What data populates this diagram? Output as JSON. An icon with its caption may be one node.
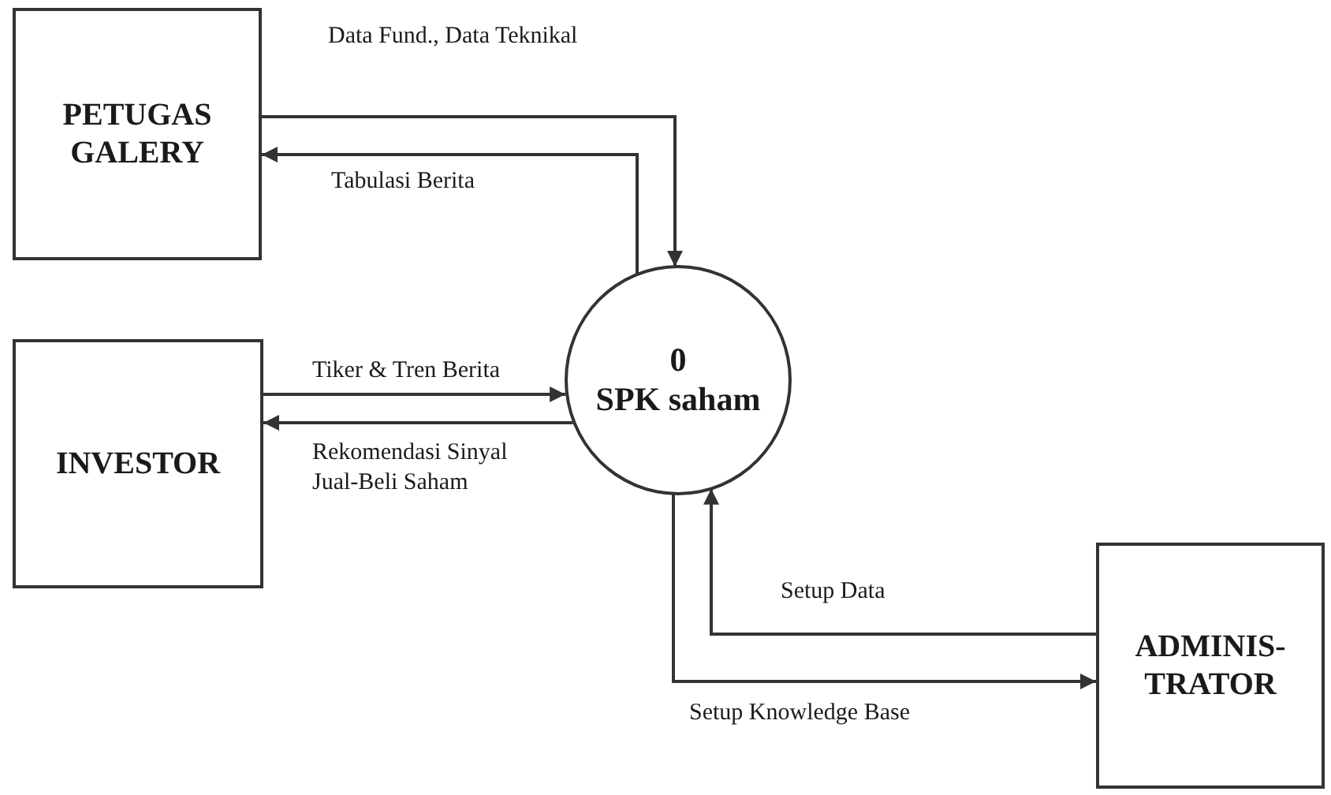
{
  "diagram": {
    "nodes": [
      {
        "text": [
          "PETUGAS GALERY"
        ]
      },
      {
        "text": [
          "INVESTOR"
        ]
      },
      {
        "text": [
          "0",
          "SPK saham"
        ]
      },
      {
        "text": [
          "ADMINIS- TRATOR"
        ]
      }
    ],
    "edges": [
      {
        "from": 0,
        "to": 2,
        "arrow": "to",
        "label": "Data Fund., Data Teknikal"
      },
      {
        "from": 2,
        "to": 0,
        "arrow": "to",
        "label": "Tabulasi Berita"
      },
      {
        "from": 1,
        "to": 2,
        "arrow": "to",
        "label": "Tiker & Tren Berita"
      },
      {
        "from": 2,
        "to": 1,
        "arrow": "to",
        "label": "Rekomendasi Sinyal Jual-Beli Saham"
      },
      {
        "from": 3,
        "to": 2,
        "arrow": "to",
        "label": "Setup Data"
      },
      {
        "from": 2,
        "to": 3,
        "arrow": "to",
        "label": "Setup Knowledge Base"
      }
    ]
  }
}
